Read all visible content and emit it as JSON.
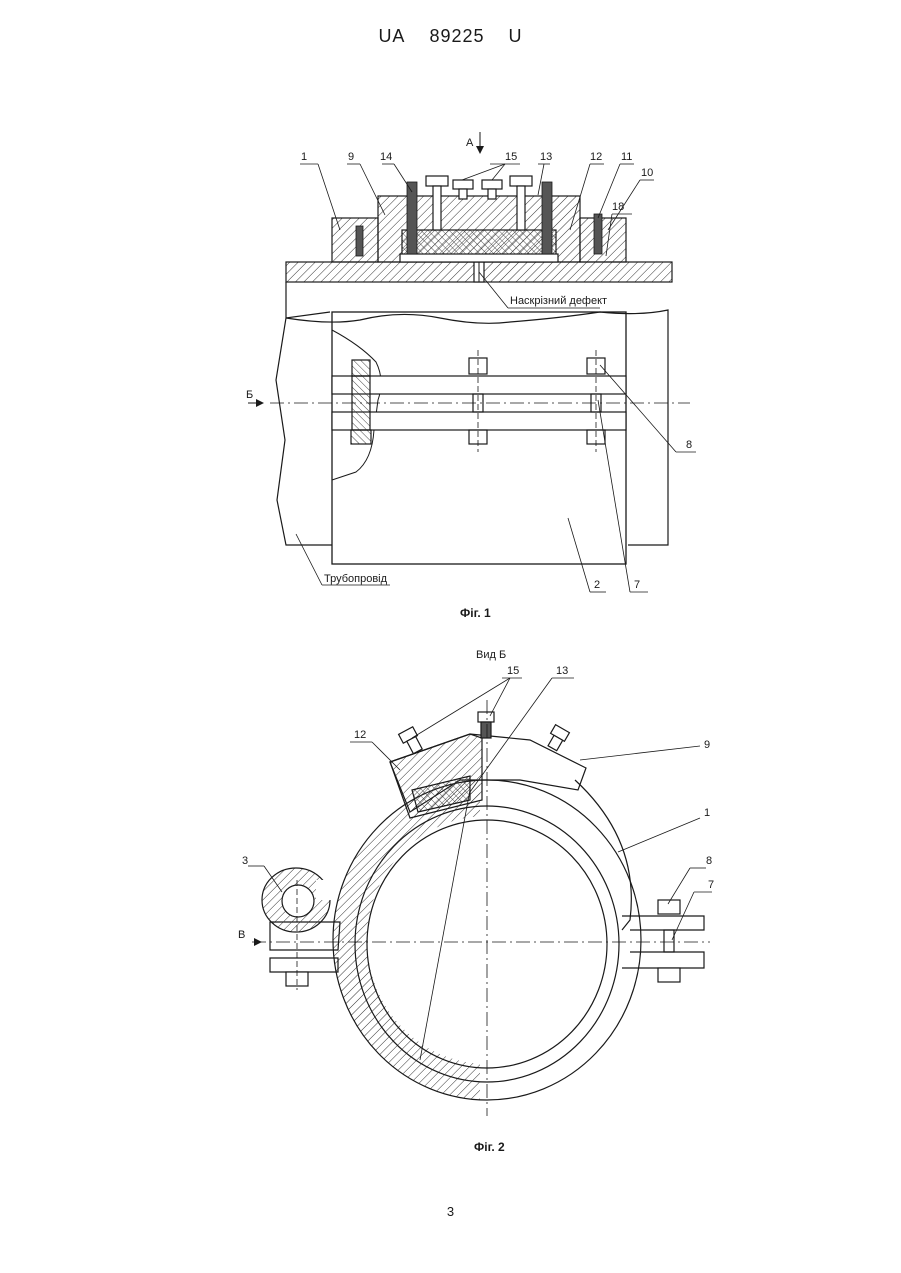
{
  "header": {
    "country": "UA",
    "number": "89225",
    "kind": "U"
  },
  "fig1": {
    "caption": "Фіг. 1",
    "view_arrow_a": "А",
    "view_arrow_b": "Б",
    "labels": {
      "l1": "1",
      "l9": "9",
      "l14": "14",
      "l15": "15",
      "l13": "13",
      "l12": "12",
      "l11": "11",
      "l10": "10",
      "l18": "18",
      "l8": "8",
      "l2": "2",
      "l7": "7"
    },
    "defect_label": "Наскрізний дефект",
    "pipe_label": "Трубопровід"
  },
  "fig2": {
    "caption": "Фіг. 2",
    "view_title": "Вид Б",
    "view_arrow_v": "В",
    "labels": {
      "l15": "15",
      "l13": "13",
      "l12": "12",
      "l9": "9",
      "l1": "1",
      "l3": "3",
      "l8": "8",
      "l7": "7"
    }
  },
  "page_number": "3"
}
